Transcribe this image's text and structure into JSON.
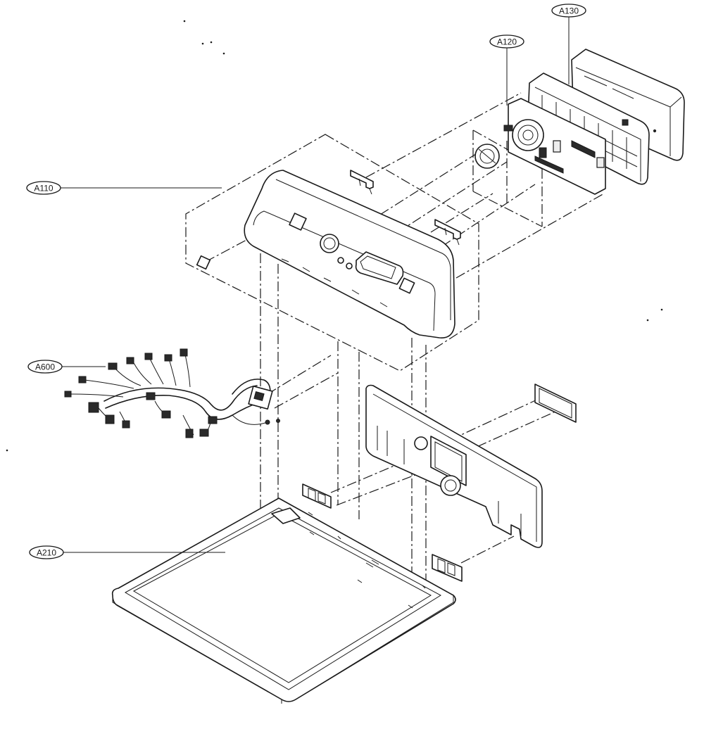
{
  "callouts": {
    "a130": "A130",
    "a120": "A120",
    "a110": "A110",
    "a600": "A600",
    "a210": "A210"
  }
}
